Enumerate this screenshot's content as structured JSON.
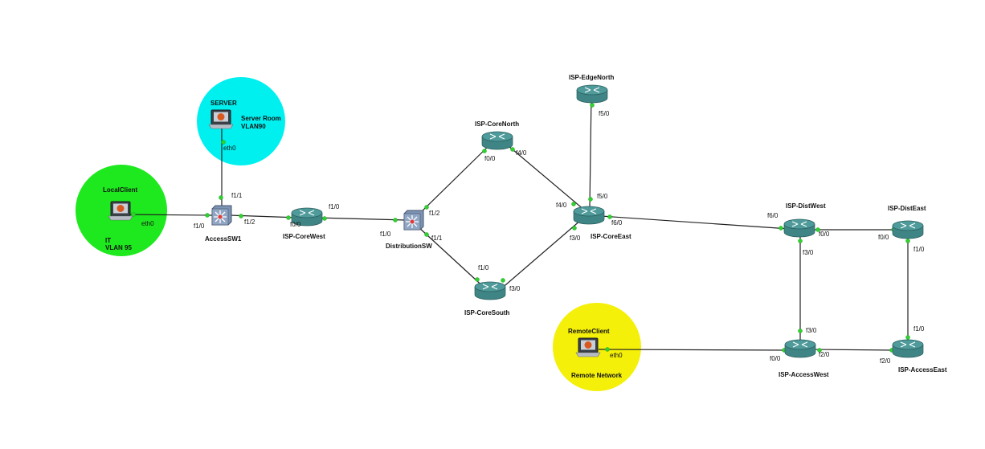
{
  "zones": [
    {
      "id": "server-room",
      "color": "#00f0f0",
      "title": "Server Room",
      "subtitle": "VLAN90"
    },
    {
      "id": "it",
      "color": "#1ee81e",
      "title": "IT",
      "subtitle": "VLAN 95"
    },
    {
      "id": "remote",
      "color": "#f4f00a",
      "title": "Remote Network"
    }
  ],
  "devices": {
    "server": {
      "name": "SERVER",
      "type": "host"
    },
    "local_client": {
      "name": "LocalClient",
      "type": "host"
    },
    "remote_client": {
      "name": "RemoteClient",
      "type": "host"
    },
    "access_sw1": {
      "name": "AccessSW1",
      "type": "switch"
    },
    "distribution_sw": {
      "name": "DistributionSW",
      "type": "multilayer-switch"
    },
    "isp_core_west": {
      "name": "ISP-CoreWest",
      "type": "router"
    },
    "isp_core_north": {
      "name": "ISP-CoreNorth",
      "type": "router"
    },
    "isp_core_south": {
      "name": "ISP-CoreSouth",
      "type": "router"
    },
    "isp_core_east": {
      "name": "ISP-CoreEast",
      "type": "router"
    },
    "isp_edge_north": {
      "name": "ISP-EdgeNorth",
      "type": "router"
    },
    "isp_dist_west": {
      "name": "ISP-DistWest",
      "type": "router"
    },
    "isp_dist_east": {
      "name": "ISP-DistEast",
      "type": "router"
    },
    "isp_access_west": {
      "name": "ISP-AccessWest",
      "type": "router"
    },
    "isp_access_east": {
      "name": "ISP-AccessEast",
      "type": "router"
    }
  },
  "links": [
    {
      "a": "server",
      "a_port": "eth0",
      "b": "access_sw1",
      "b_port": "f1/1"
    },
    {
      "a": "local_client",
      "a_port": "eth0",
      "b": "access_sw1",
      "b_port": "f1/0"
    },
    {
      "a": "access_sw1",
      "a_port": "f1/2",
      "b": "isp_core_west",
      "b_port": "f0/0"
    },
    {
      "a": "isp_core_west",
      "a_port": "f1/0",
      "b": "distribution_sw",
      "b_port": "f1/0"
    },
    {
      "a": "distribution_sw",
      "a_port": "f1/2",
      "b": "isp_core_north",
      "b_port": "f0/0"
    },
    {
      "a": "distribution_sw",
      "a_port": "f1/1",
      "b": "isp_core_south",
      "b_port": "f1/0"
    },
    {
      "a": "isp_core_north",
      "a_port": "f4/0",
      "b": "isp_core_east",
      "b_port": "f4/0"
    },
    {
      "a": "isp_core_south",
      "a_port": "f3/0",
      "b": "isp_core_east",
      "b_port": "f3/0"
    },
    {
      "a": "isp_edge_north",
      "a_port": "f5/0",
      "b": "isp_core_east",
      "b_port": "f5/0"
    },
    {
      "a": "isp_core_east",
      "a_port": "f6/0",
      "b": "isp_dist_west",
      "b_port": "f6/0"
    },
    {
      "a": "isp_dist_west",
      "a_port": "f0/0",
      "b": "isp_dist_east",
      "b_port": "f0/0"
    },
    {
      "a": "isp_dist_west",
      "a_port": "f3/0",
      "b": "isp_access_west",
      "b_port": "f3/0"
    },
    {
      "a": "isp_dist_east",
      "a_port": "f1/0",
      "b": "isp_access_east",
      "b_port": "f1/0"
    },
    {
      "a": "isp_access_west",
      "a_port": "f2/0",
      "b": "isp_access_east",
      "b_port": "f2/0"
    },
    {
      "a": "remote_client",
      "a_port": "eth0",
      "b": "isp_access_west",
      "b_port": "f0/0"
    }
  ],
  "colors": {
    "port_up": "#2fd22f",
    "router": "#4f9a9a",
    "switch": "#7d93b3"
  }
}
